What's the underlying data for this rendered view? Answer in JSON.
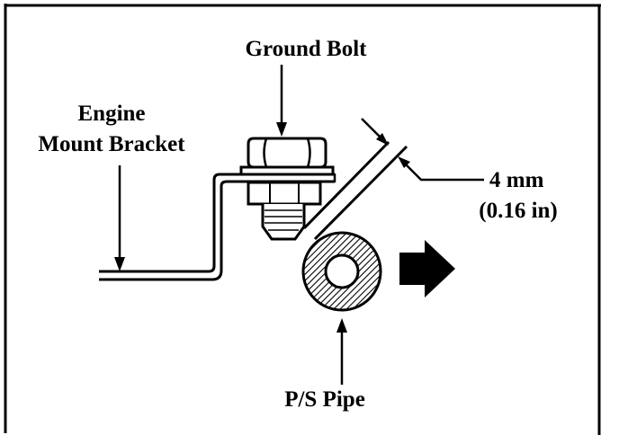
{
  "labels": {
    "ground_bolt": "Ground Bolt",
    "engine_mount_line1": "Engine",
    "engine_mount_line2": "Mount Bracket",
    "gap_value": "4 mm",
    "gap_value_in": "(0.16 in)",
    "ps_pipe": "P/S Pipe"
  },
  "icons": {
    "direction_arrow": "arrow-right-icon"
  },
  "colors": {
    "ink": "#000000",
    "paper": "#ffffff"
  }
}
